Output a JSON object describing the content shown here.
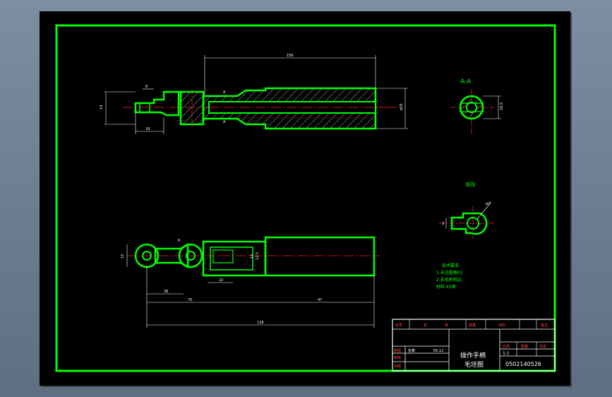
{
  "colors": {
    "outline": "#00ff00",
    "centerline": "#ff2020",
    "dimension": "#ffffff",
    "background": "#000000",
    "titleblock_label": "#ff4040"
  },
  "views": {
    "section_label": "A-A",
    "arrow_view_label": "B向",
    "cut_marker": "A"
  },
  "dimensions": {
    "top_total": "156",
    "top_small_1": "8",
    "top_small_2": "18",
    "top_height_left": "14",
    "top_dia_right": "ø20",
    "section_dia": "16.5",
    "bottom_small": "6",
    "bottom_d1": "38",
    "bottom_d2": "70",
    "bottom_d3": "22",
    "bottom_d4": "47",
    "bottom_total": "128",
    "bottom_left_h": "15",
    "bottom_mid": "12",
    "bottom_box": "12.5",
    "bview_dia": "ø3",
    "bview_h": "3"
  },
  "notes": {
    "title": "技术要求",
    "line1": "1.未注圆角R1",
    "line2": "2.去毛刺锐边.",
    "line3": "材料  45钢"
  },
  "title_block": {
    "header": [
      "标号",
      "名",
      "称",
      "数量",
      "材料",
      "备注"
    ],
    "right_header": [
      "比例",
      "重量",
      "共张"
    ],
    "scale": "1:1",
    "row_labels": [
      "制图",
      "审核",
      "日期"
    ],
    "designer": "张某",
    "date": "05.12",
    "title_line1": "操作手柄",
    "title_line2": "毛坯图",
    "drawing_no": "0502140526"
  }
}
